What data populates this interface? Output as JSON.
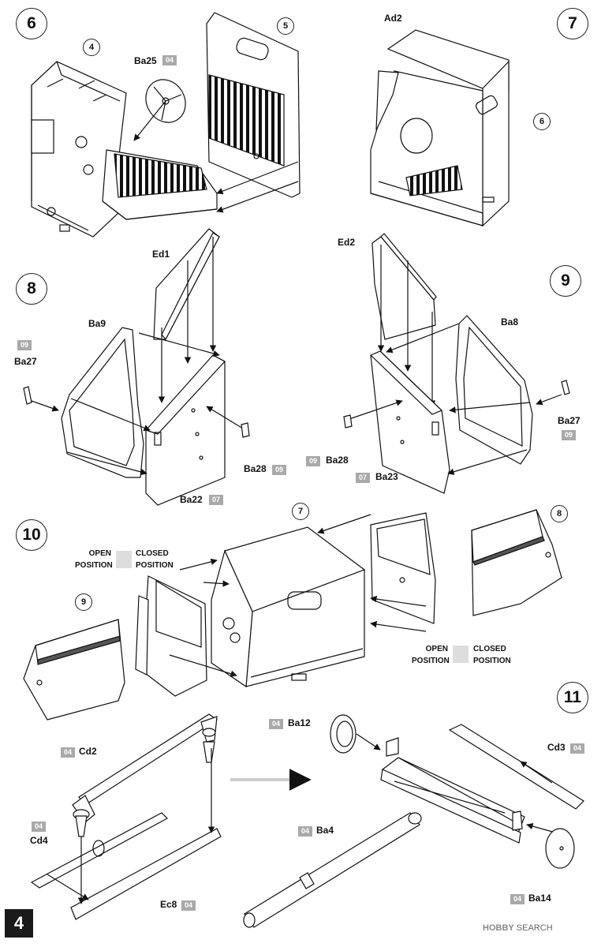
{
  "page_number": "4",
  "watermark": {
    "brand": "HOBBY",
    "text": "SEARCH"
  },
  "steps": {
    "s6": "6",
    "s7": "7",
    "s8": "8",
    "s9": "9",
    "s10": "10",
    "s11": "11"
  },
  "callouts": {
    "c4": "4",
    "c5": "5",
    "c6": "6",
    "c7": "7",
    "c8": "8",
    "c9": "9"
  },
  "parts": {
    "ba25": "Ba25",
    "ad2": "Ad2",
    "ed1": "Ed1",
    "ed2": "Ed2",
    "ba9": "Ba9",
    "ba8": "Ba8",
    "ba27_left": "Ba27",
    "ba27_right": "Ba27",
    "ba28_left": "Ba28",
    "ba28_right": "Ba28",
    "ba22": "Ba22",
    "ba23": "Ba23",
    "cd2": "Cd2",
    "cd3": "Cd3",
    "cd4": "Cd4",
    "ec8": "Ec8",
    "ba12": "Ba12",
    "ba4": "Ba4",
    "ba14": "Ba14"
  },
  "tags": {
    "ba25": "04",
    "ba27_left": "09",
    "ba28_left": "09",
    "ba22": "07",
    "ba28_right": "09",
    "ba23": "07",
    "ba27_right": "09",
    "cd2": "04",
    "cd4": "04",
    "ec8": "04",
    "ba12": "04",
    "ba4": "04",
    "ba14": "04",
    "cd3": "04"
  },
  "positions": {
    "left": {
      "open_line1": "OPEN",
      "open_line2": "POSITION",
      "closed_line1": "CLOSED",
      "closed_line2": "POSITION"
    },
    "right": {
      "open_line1": "OPEN",
      "open_line2": "POSITION",
      "closed_line1": "CLOSED",
      "closed_line2": "POSITION"
    }
  }
}
